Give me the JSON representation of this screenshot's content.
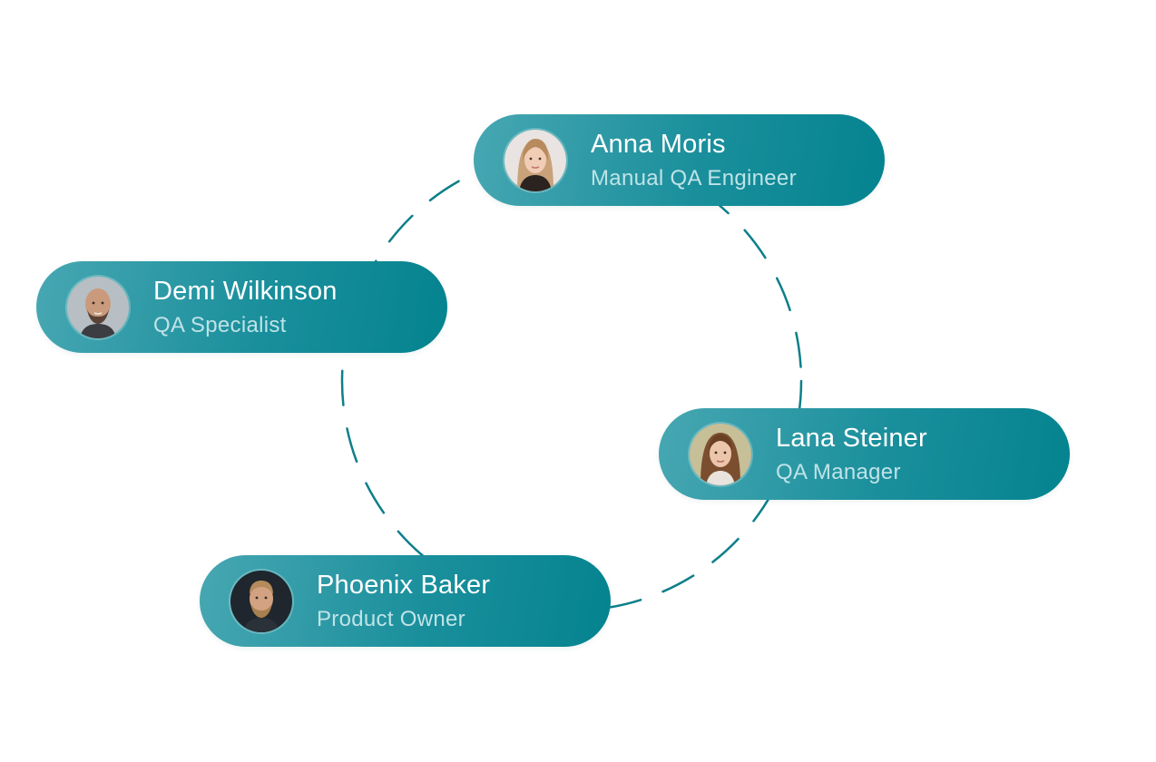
{
  "people": [
    {
      "id": "anna",
      "name": "Anna Moris",
      "role": "Manual QA Engineer",
      "avatar_icon": "woman-blonde-avatar-icon"
    },
    {
      "id": "demi",
      "name": "Demi Wilkinson",
      "role": "QA Specialist",
      "avatar_icon": "man-bald-avatar-icon"
    },
    {
      "id": "lana",
      "name": "Lana Steiner",
      "role": "QA Manager",
      "avatar_icon": "woman-brunette-avatar-icon"
    },
    {
      "id": "phoenix",
      "name": "Phoenix Baker",
      "role": "Product Owner",
      "avatar_icon": "man-bearded-avatar-icon"
    }
  ],
  "colors": {
    "card_gradient_start": "#47a7b2",
    "card_gradient_end": "#04838f",
    "name_text": "#ffffff",
    "role_text": "#bfe3e7",
    "connector_ring": "#0d7f8a",
    "background": "#ffffff"
  }
}
